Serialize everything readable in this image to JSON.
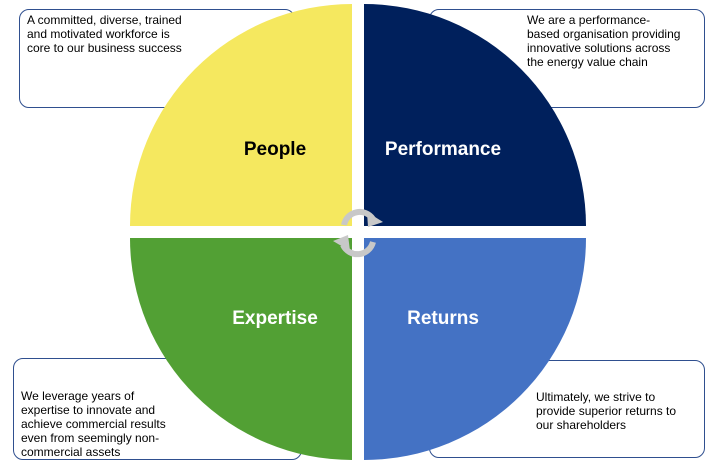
{
  "quadrants": [
    {
      "id": "people",
      "label": "People",
      "color": "#f5e85f",
      "text_color": "#000000"
    },
    {
      "id": "performance",
      "label": "Performance",
      "color": "#00205c",
      "text_color": "#ffffff"
    },
    {
      "id": "expertise",
      "label": "Expertise",
      "color": "#52a034",
      "text_color": "#ffffff"
    },
    {
      "id": "returns",
      "label": "Returns",
      "color": "#4472c4",
      "text_color": "#ffffff"
    }
  ],
  "callouts": {
    "people": [
      "A committed, diverse, trained",
      "and motivated workforce is",
      "core to our business success"
    ],
    "performance": [
      "We are a performance-",
      "based organisation providing",
      "innovative solutions across",
      "the energy value chain"
    ],
    "expertise": [
      "We leverage years of",
      "expertise to innovate and",
      "achieve commercial results",
      "even from seemingly non-",
      "commercial assets"
    ],
    "returns": [
      "Ultimately, we strive to",
      "provide superior returns to",
      "our shareholders"
    ]
  },
  "center_icon": {
    "name": "cycle-arrows-icon",
    "color": "#c8c8c8"
  },
  "border_color": "#2f4f8f"
}
